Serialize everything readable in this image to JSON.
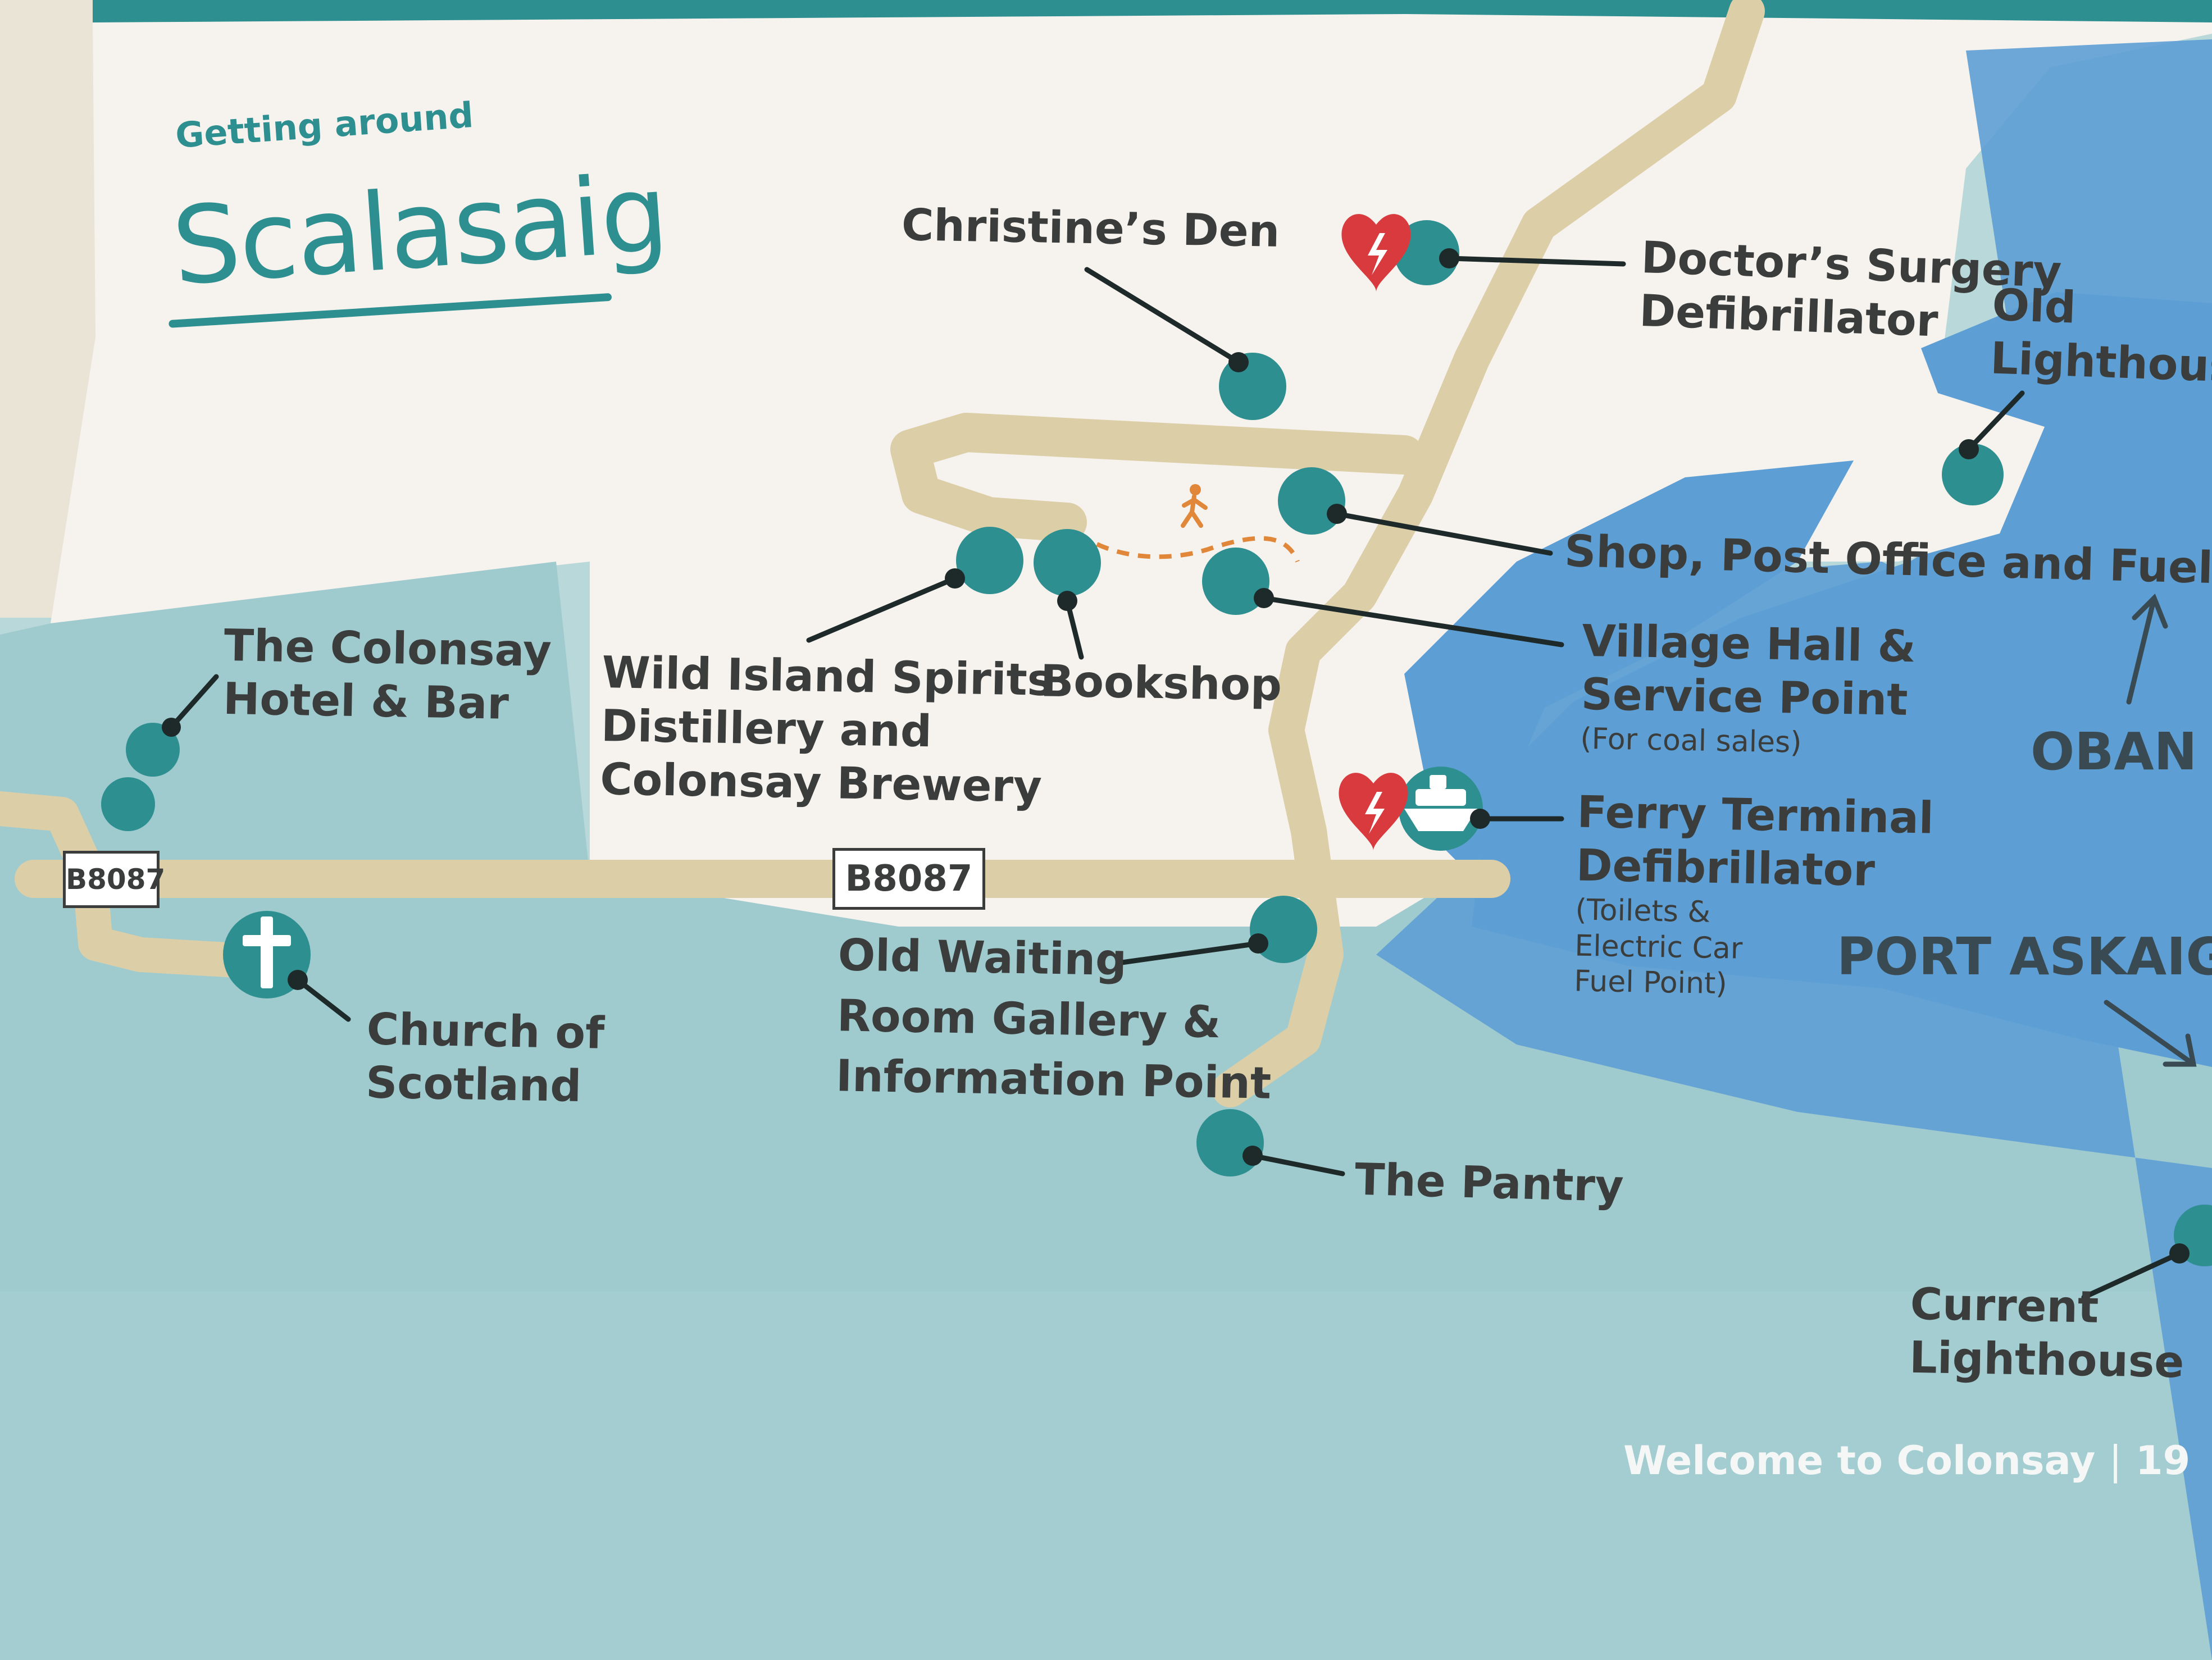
{
  "header": {
    "subtitle": "Getting around",
    "title": "Scalasaig"
  },
  "roads": [
    {
      "label": "B8087"
    },
    {
      "label": "B8087"
    }
  ],
  "places": {
    "christines_den": {
      "lines": [
        "Christine’s Den"
      ]
    },
    "doctors_surgery": {
      "lines": [
        "Doctor’s Surgery",
        "Defibrillator"
      ]
    },
    "old_lighthouse": {
      "lines": [
        "Old",
        "Lighthouse"
      ]
    },
    "shop": {
      "lines": [
        "Shop, Post Office and Fuel"
      ]
    },
    "village_hall": {
      "lines": [
        "Village Hall &",
        "Service Point"
      ],
      "note": "(For coal sales)"
    },
    "ferry_terminal": {
      "lines": [
        "Ferry Terminal",
        "Defibrillator"
      ],
      "note_lines": [
        "(Toilets &",
        "Electric Car",
        "Fuel Point)"
      ]
    },
    "colonsay_hotel": {
      "lines": [
        "The Colonsay",
        "Hotel & Bar"
      ]
    },
    "distillery": {
      "lines": [
        "Wild Island Spirits",
        "Distillery and",
        "Colonsay Brewery"
      ]
    },
    "bookshop": {
      "lines": [
        "Bookshop"
      ]
    },
    "church": {
      "lines": [
        "Church of",
        "Scotland"
      ]
    },
    "waiting_room": {
      "lines": [
        "Old Waiting",
        "Room Gallery &",
        "Information Point"
      ]
    },
    "pantry": {
      "lines": [
        "The Pantry"
      ]
    },
    "current_lighthouse": {
      "lines": [
        "Current",
        "Lighthouse"
      ]
    }
  },
  "directions": {
    "oban": "OBAN",
    "port_askaig": "PORT ASKAIG"
  },
  "footer": {
    "publication": "Welcome to Colonsay",
    "page_number": "19"
  },
  "icons": {
    "marker": "teal-dot-marker",
    "defibrillator": "heart-lightning-icon",
    "ferry": "ferry-icon",
    "church": "cross-icon",
    "walker": "walking-person-icon"
  },
  "colors": {
    "teal": "#2e8f91",
    "land": "#f6f2ee",
    "sea_light": "#93c4c9",
    "sea_blue": "#5d9fd4",
    "road": "#dccea7",
    "defibrillator_red": "#d83a3e",
    "path_orange": "#e0873a"
  }
}
